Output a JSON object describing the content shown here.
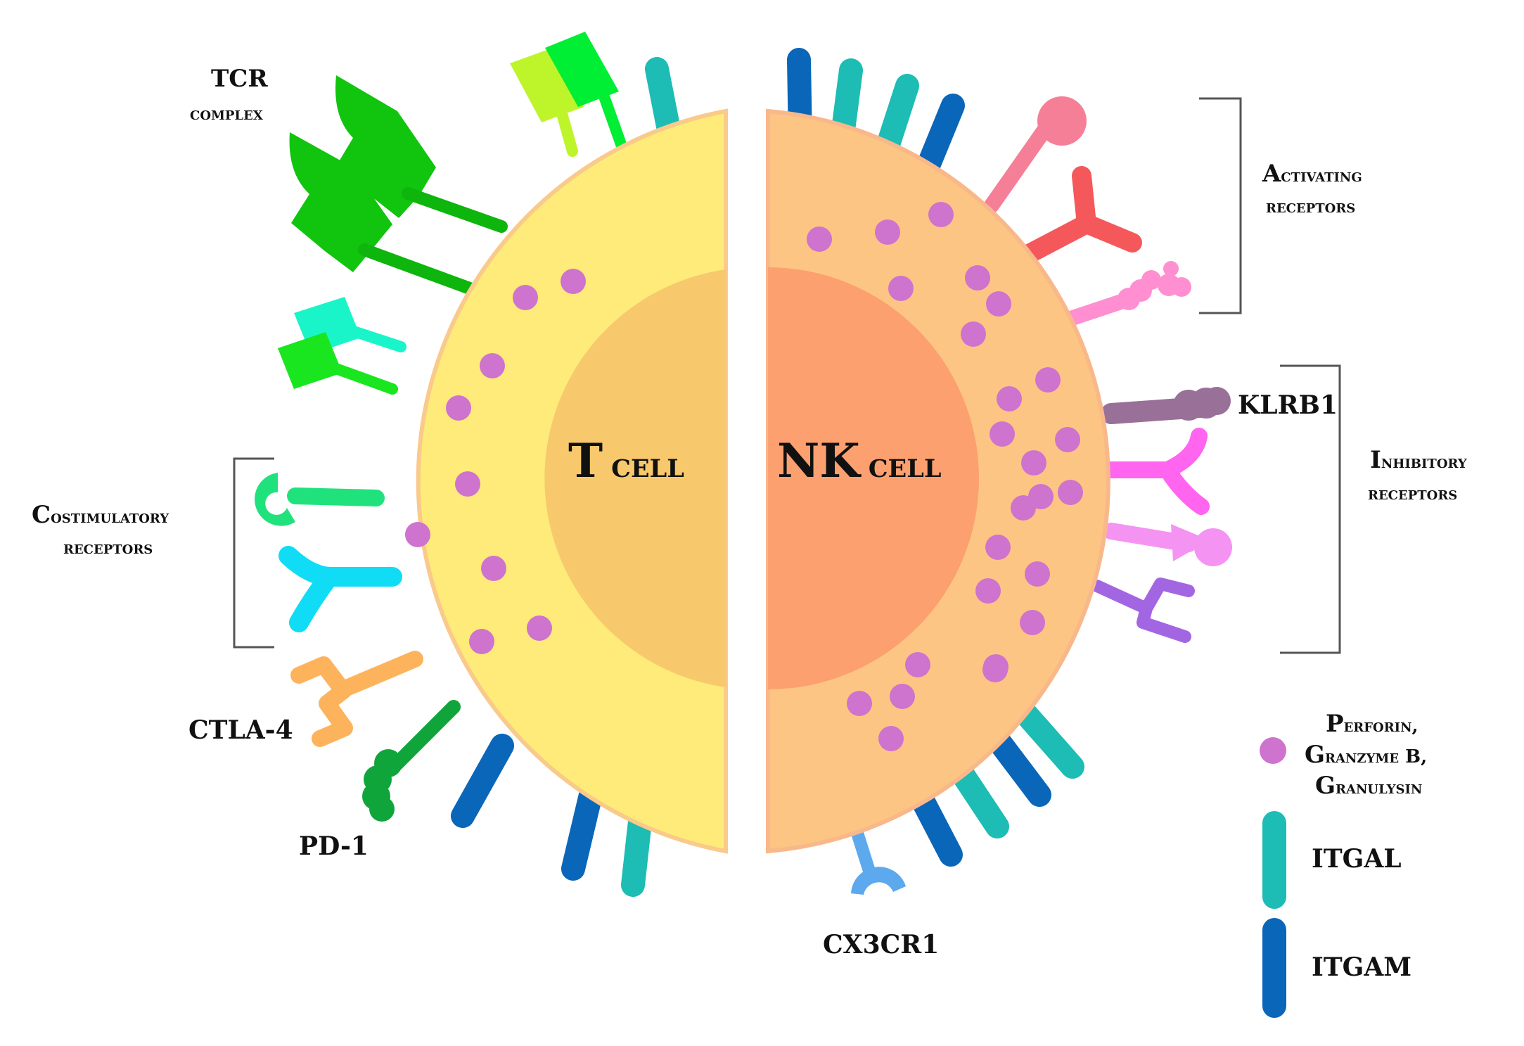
{
  "cells": {
    "t_cell": {
      "title_first": "T",
      "title_rest": "cell",
      "cytoplasm_color": "#FEEB7A",
      "nucleus_color": "#F7C96C"
    },
    "nk_cell": {
      "title_first": "NK",
      "title_rest": "cell",
      "cytoplasm_color": "#FDC584",
      "nucleus_color": "#FCA06F"
    }
  },
  "labels": {
    "tcr_line1": "TCR",
    "tcr_line2": "complex",
    "costim_first": "C",
    "costim_rest": "ostimulatory",
    "costim_line2": "receptors",
    "ctla4": "CTLA-4",
    "pd1": "PD-1",
    "cx3cr1": "CX3CR1",
    "klrb1": "KLRB1",
    "activating_first": "A",
    "activating_rest": "ctivating",
    "activating_line2": "receptors",
    "inhibitory_first": "I",
    "inhibitory_rest": "nhibitory",
    "inhibitory_line2": "receptors"
  },
  "legend": {
    "granules": {
      "line1_first": "P",
      "line1_rest": "erforin,",
      "line2_first": "G",
      "line2_rest": "ranzyme B,",
      "line3_first": "G",
      "line3_rest": "ranulysin",
      "color": "#CE73CE"
    },
    "itgal": {
      "label": "ITGAL",
      "color": "#1DBCB4"
    },
    "itgam": {
      "label": "ITGAM",
      "color": "#0A66B8"
    }
  },
  "receptor_colors": {
    "tcr": "#11C40E",
    "tcr_dark": "#0DB50D",
    "coreceptor_a": "#BDF52A",
    "coreceptor_b": "#00EE33",
    "cyan_teal": "#19F5C8",
    "green_bright": "#19E61F",
    "costim_green": "#20E27C",
    "costim_cyan": "#10DDF5",
    "ctla4": "#FDB35C",
    "pd1": "#10A53A",
    "cx3cr1": "#5DA9EE",
    "act_pink": "#F57F96",
    "act_red": "#F4585A",
    "act_light_pink": "#FF8FD1",
    "klrb1": "#997098",
    "inh_magenta": "#FF65EF",
    "inh_light": "#F593F3",
    "inh_purple": "#A366E3"
  }
}
